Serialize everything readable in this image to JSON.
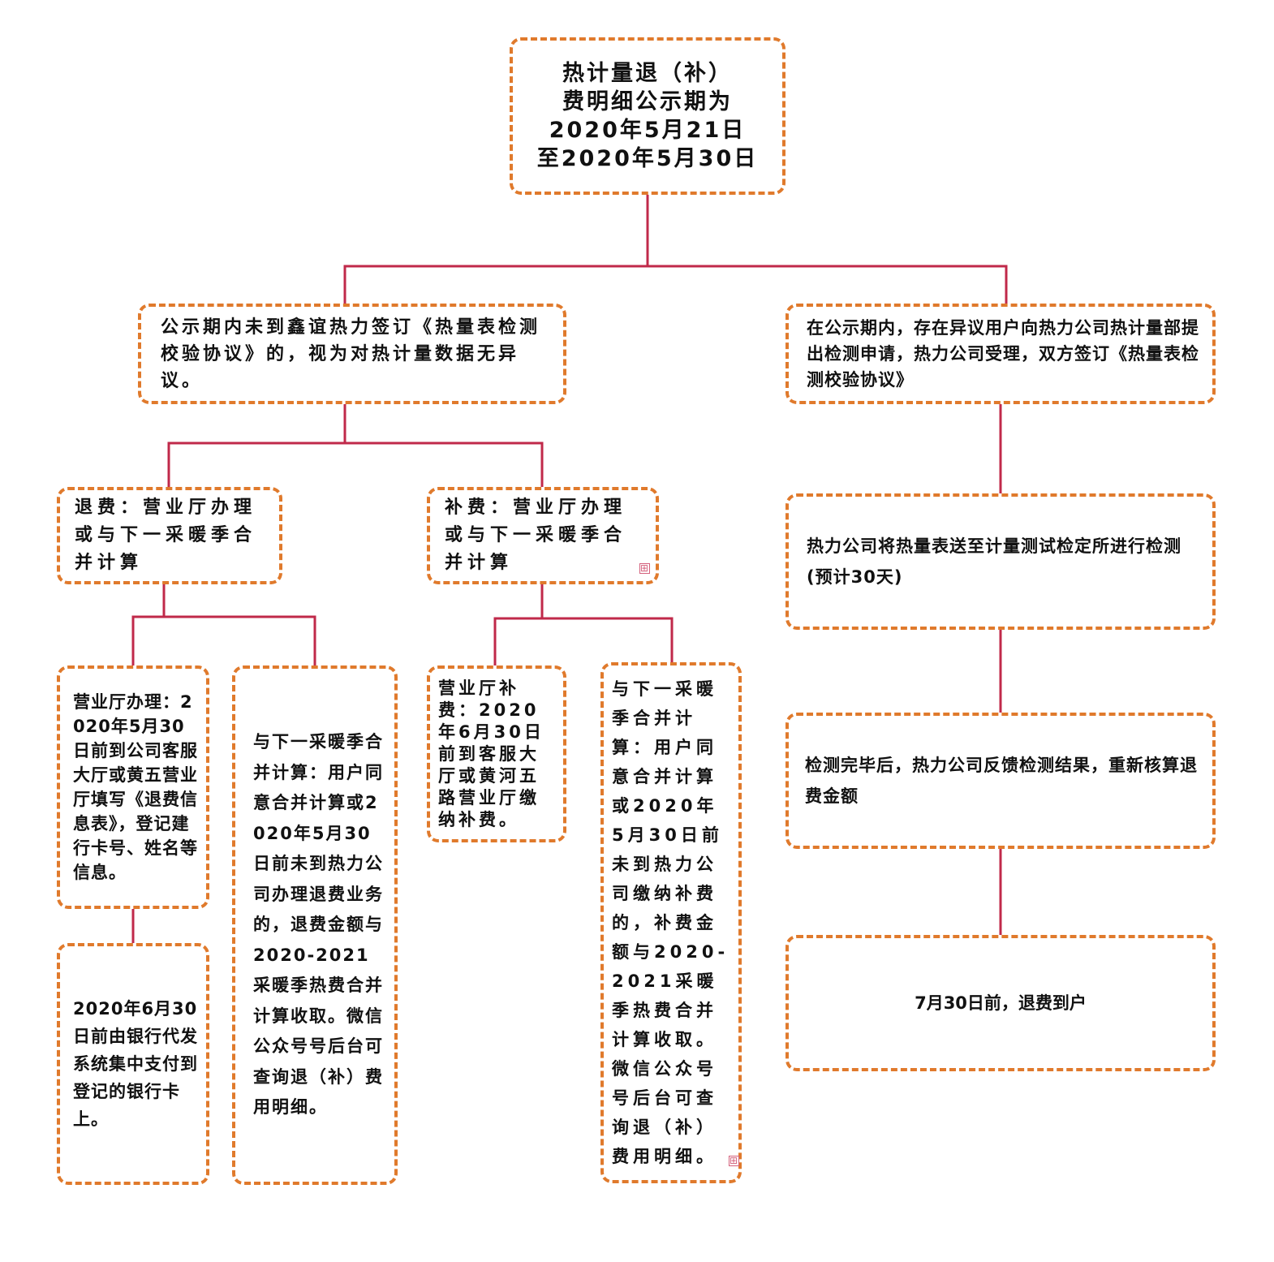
{
  "colors": {
    "connector": "#c0294a",
    "border": "#e07a2c"
  },
  "nodes": {
    "root": "热计量退（补）\n费明细公示期为\n2020年5月21日\n至2020年5月30日",
    "no_objection": "公示期内未到鑫谊热力签订《热量表检测校验协议》的，视为对热计量数据无异议。",
    "objection": "在公示期内，存在异议用户向热力公司热计量部提出检测申请，热力公司受理，双方签订《热量表检测校验协议》",
    "refund": "退费：营业厅办理或与下一采暖季合并计算",
    "supplement": "补费：营业厅办理或与下一采暖季合并计算",
    "refund_hall": "营业厅办理：2020年5月30日前到公司客服大厅或黄五营业厅填写《退费信息表》，登记建行卡号、姓名等信息。",
    "refund_bank": "2020年6月30日前由银行代发系统集中支付到登记的银行卡上。",
    "refund_merge": "与下一采暖季合并计算：用户同意合并计算或2020年5月30日前未到热力公司办理退费业务的，退费金额与2020-2021采暖季热费合并计算收取。微信公众号号后台可查询退（补）费用明细。",
    "supp_hall": "营业厅补费：2020年6月30日前到客服大厅或黄河五路营业厅缴纳补费。",
    "supp_merge": "与下一采暖季合并计算：用户同意合并计算或2020年5月30日前未到热力公司缴纳补费的，补费金额与2020-2021采暖季热费合并计算收取。微信公众号号后台可查询退（补）费用明细。",
    "testing": "热力公司将热量表送至计量测试检定所进行检测(预计30天)",
    "feedback": "检测完毕后，热力公司反馈检测结果，重新核算退费金额",
    "final": "7月30日前，退费到户"
  },
  "expand_icon": "⊞"
}
